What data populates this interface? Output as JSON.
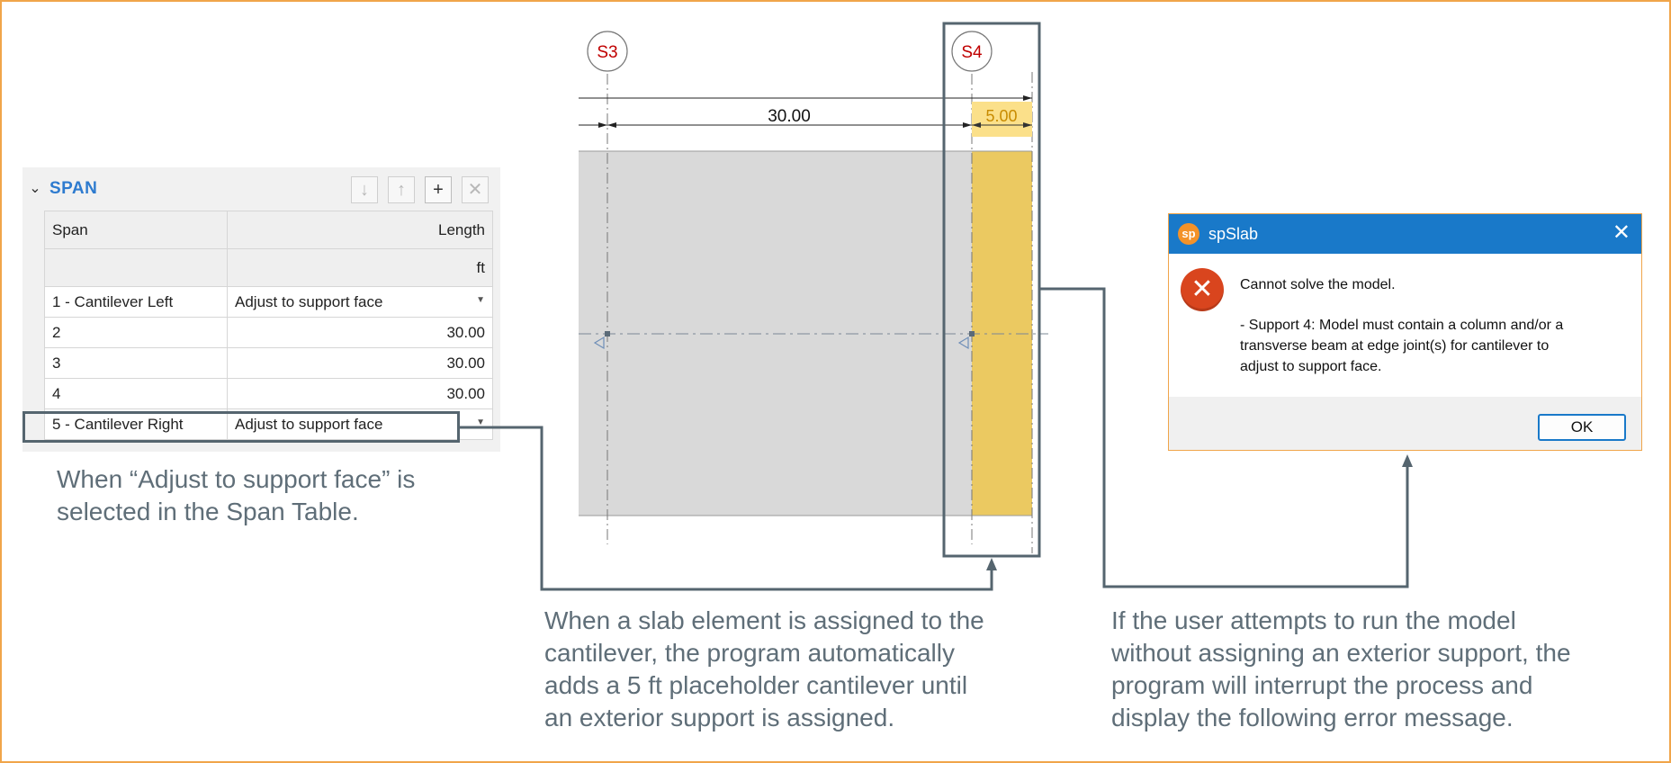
{
  "span_panel": {
    "title": "SPAN",
    "toolbar": {
      "move_down_icon": "arrow-down-icon",
      "move_up_icon": "arrow-up-icon",
      "add_icon": "plus-icon",
      "delete_icon": "x-icon"
    },
    "columns": [
      "Span",
      "Length"
    ],
    "units": [
      "",
      "ft"
    ],
    "rows": [
      {
        "span": "1 - Cantilever Left",
        "length": "Adjust to support face"
      },
      {
        "span": "2",
        "length": "30.00"
      },
      {
        "span": "3",
        "length": "30.00"
      },
      {
        "span": "4",
        "length": "30.00"
      },
      {
        "span": "5 - Cantilever Right",
        "length": "Adjust to support face"
      }
    ]
  },
  "drawing": {
    "supports": [
      "S3",
      "S4"
    ],
    "dim_main": "30.00",
    "dim_cantilever": "5.00",
    "colors": {
      "slab": "#d9d9d9",
      "cantilever": "#ebc961",
      "highlight": "#55656f",
      "support_text": "#c00000"
    }
  },
  "captions": {
    "left": [
      "When “Adjust to support face” is",
      "selected in the Span Table."
    ],
    "middle": [
      "When a slab element is assigned to the",
      "cantilever, the program automatically",
      "adds a 5 ft placeholder cantilever until",
      "an exterior support is assigned."
    ],
    "right": [
      "If the user attempts to run the model",
      "without assigning an exterior support, the",
      "program will interrupt the process and",
      "display the following error message."
    ]
  },
  "dialog": {
    "logo": "sp",
    "title": "spSlab",
    "close_icon": "close-icon",
    "error_icon": "error-icon",
    "message_main": "Cannot solve the model.",
    "message_detail": [
      "- Support 4: Model must contain a column and/or a",
      "transverse beam at edge joint(s) for cantilever to",
      "adjust to support face."
    ],
    "ok_label": "OK",
    "colors": {
      "titlebar": "#1979c9",
      "logo": "#f39229",
      "error": "#d9451e"
    }
  }
}
